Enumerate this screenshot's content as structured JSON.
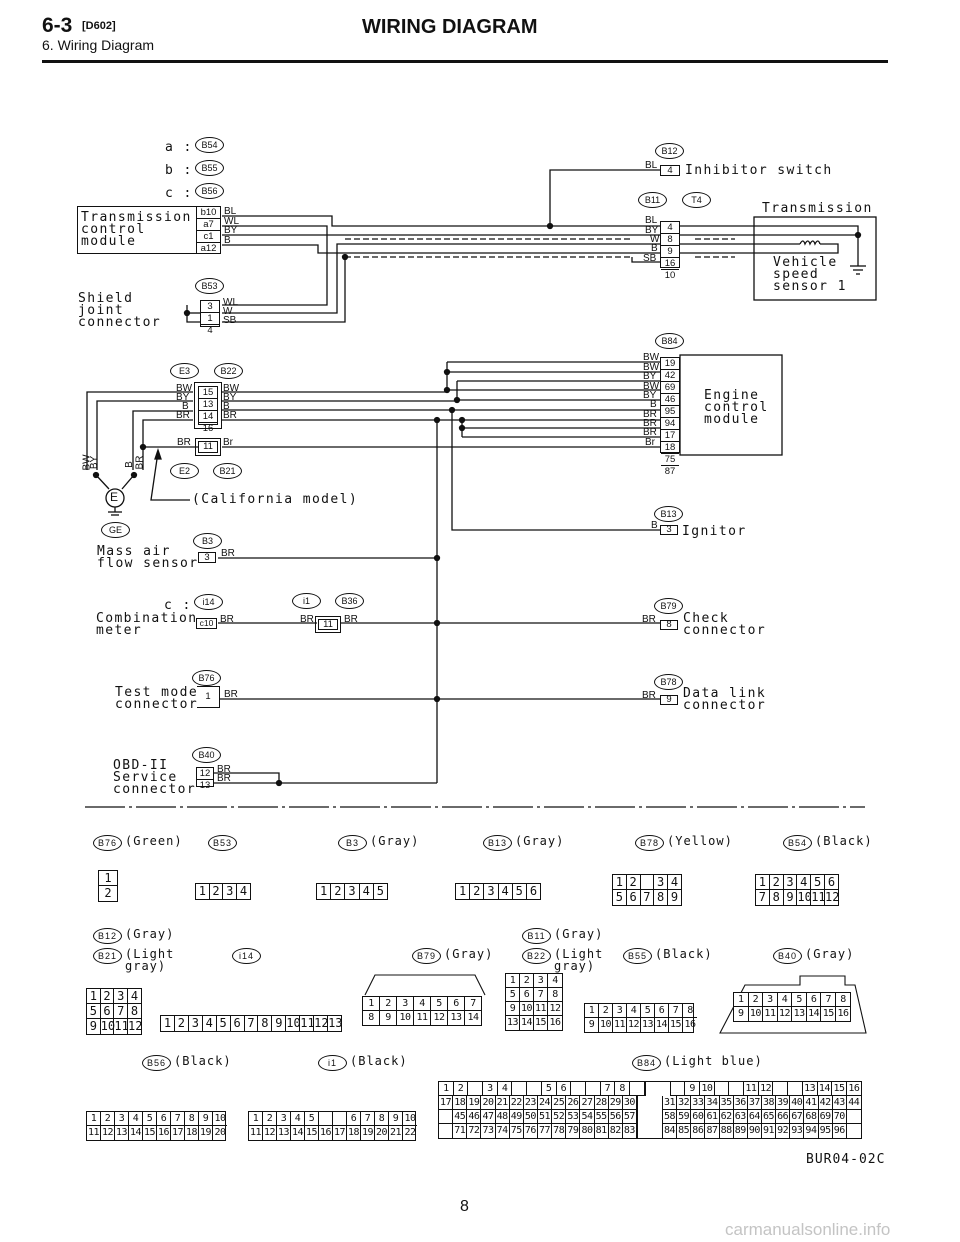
{
  "header": {
    "section": "6-3",
    "code": "[D602]",
    "subtitle": "6. Wiring Diagram",
    "title": "WIRING DIAGRAM"
  },
  "diagram": {
    "tcm": {
      "name_lines": [
        "Transmission",
        "control",
        "module"
      ],
      "refs": [
        {
          "letter": "a :",
          "conn": "B54"
        },
        {
          "letter": "b :",
          "conn": "B55"
        },
        {
          "letter": "c :",
          "conn": "B56"
        }
      ],
      "pins": [
        "b10",
        "a7",
        "c1",
        "a12"
      ],
      "wires": [
        "BL",
        "WL",
        "BY",
        "B"
      ]
    },
    "shield": {
      "conn": "B53",
      "lines": [
        "Shield",
        "joint",
        "connector"
      ],
      "pins": [
        "3",
        "1",
        "4"
      ],
      "wires": [
        "WL",
        "W",
        "SB"
      ]
    },
    "inhibitor": {
      "conn": "B12",
      "wire": "BL",
      "pin": "4",
      "label": "Inhibitor switch"
    },
    "transmission": {
      "conns": [
        "B11",
        "T4"
      ],
      "pins": [
        "4",
        "8",
        "9",
        "16",
        "10"
      ],
      "wires": [
        "BL",
        "BY",
        "W",
        "B",
        "SB"
      ],
      "label": "Transmission",
      "sensor_lines": [
        "Vehicle",
        "speed",
        "sensor 1"
      ]
    },
    "ecm": {
      "conn": "B84",
      "pins": [
        "19",
        "42",
        "69",
        "46",
        "95",
        "94",
        "17",
        "18",
        "75",
        "87"
      ],
      "wires": [
        "BW",
        "BW",
        "BY",
        "BW",
        "BY",
        "B",
        "BR",
        "BR",
        "BR",
        "Br"
      ],
      "lines": [
        "Engine",
        "control",
        "module"
      ]
    },
    "joint": {
      "conns": [
        "E3",
        "B22"
      ],
      "pins": [
        "15",
        "13",
        "14",
        "16"
      ],
      "left_wires": [
        "BW",
        "BY",
        "B",
        "BR"
      ],
      "right_wires": [
        "BW",
        "BY",
        "B",
        "BR"
      ]
    },
    "calif": {
      "conns": [
        "E2",
        "B21"
      ],
      "pin": "11",
      "left_wire": "BR",
      "right_wire": "Br",
      "note": "(California model)"
    },
    "engine_ground": {
      "symbol": "E",
      "conn": "GE",
      "wires": [
        "BW",
        "BY",
        "B",
        "BR"
      ]
    },
    "maf": {
      "conn": "B3",
      "lines": [
        "Mass air",
        "flow sensor"
      ],
      "pin": "3",
      "wire": "BR"
    },
    "ignitor": {
      "conn": "B13",
      "wire": "B",
      "pin": "3",
      "label": "Ignitor"
    },
    "combination": {
      "prefix": "c :",
      "conn": "i14",
      "lines": [
        "Combination",
        "meter"
      ],
      "pin": "c10",
      "wire": "BR",
      "joint_conns": [
        "i1",
        "B36"
      ],
      "joint_pin": "11",
      "joint_wires": [
        "BR",
        "BR"
      ]
    },
    "check": {
      "conn": "B79",
      "wire": "BR",
      "pin": "8",
      "lines": [
        "Check",
        "connector"
      ]
    },
    "test_mode": {
      "conn": "B76",
      "lines": [
        "Test mode",
        "connector"
      ],
      "pin": "1",
      "wire": "BR"
    },
    "data_link": {
      "conn": "B78",
      "wire": "BR",
      "pin": "9",
      "lines": [
        "Data link",
        "connector"
      ]
    },
    "obd": {
      "conn": "B40",
      "lines": [
        "OBD-II",
        "Service",
        "connector"
      ],
      "pins": [
        "12",
        "13"
      ],
      "wires": [
        "BR",
        "BR"
      ]
    }
  },
  "connector_views": [
    {
      "conn": "B76",
      "color": "(Green)",
      "rows": [
        [
          "1"
        ],
        [
          "2"
        ]
      ]
    },
    {
      "conn": "B53",
      "color": "",
      "rows": [
        [
          "1",
          "2",
          "3",
          "4"
        ]
      ]
    },
    {
      "conn": "B3",
      "color": "(Gray)",
      "rows": [
        [
          "1",
          "2",
          "3",
          "4",
          "5"
        ]
      ]
    },
    {
      "conn": "B13",
      "color": "(Gray)",
      "rows": [
        [
          "1",
          "2",
          "3",
          "4",
          "5",
          "6"
        ]
      ]
    },
    {
      "conn": "B78",
      "color": "(Yellow)",
      "rows": [
        [
          "1",
          "2",
          "",
          "3",
          "4"
        ],
        [
          "5",
          "6",
          "7",
          "8",
          "9"
        ]
      ]
    },
    {
      "conn": "B54",
      "color": "(Black)",
      "rows": [
        [
          "1",
          "2",
          "3",
          "4",
          "5",
          "6"
        ],
        [
          "7",
          "8",
          "9",
          "10",
          "11",
          "12"
        ]
      ]
    },
    {
      "conn": "B12",
      "color": "(Gray)",
      "rows": []
    },
    {
      "conn": "B21",
      "color": "(Light gray)",
      "rows": [
        [
          "1",
          "2",
          "3",
          "4"
        ],
        [
          "5",
          "6",
          "7",
          "8"
        ],
        [
          "9",
          "10",
          "11",
          "12"
        ]
      ]
    },
    {
      "conn": "i14",
      "color": "",
      "rows": [
        [
          "1",
          "2",
          "3",
          "4",
          "5",
          "6",
          "7",
          "8",
          "9",
          "10",
          "11",
          "12",
          "13"
        ]
      ]
    },
    {
      "conn": "B79",
      "color": "(Gray)",
      "rows": [
        [
          "1",
          "2",
          "3",
          "4",
          "5",
          "6",
          "7"
        ],
        [
          "8",
          "9",
          "10",
          "11",
          "12",
          "13",
          "14"
        ]
      ]
    },
    {
      "conn": "B11",
      "color": "(Gray)",
      "rows": []
    },
    {
      "conn": "B22",
      "color": "(Light gray)",
      "rows": [
        [
          "1",
          "2",
          "3",
          "4"
        ],
        [
          "5",
          "6",
          "7",
          "8"
        ],
        [
          "9",
          "10",
          "11",
          "12"
        ],
        [
          "13",
          "14",
          "15",
          "16"
        ]
      ]
    },
    {
      "conn": "B55",
      "color": "(Black)",
      "rows": [
        [
          "1",
          "2",
          "3",
          "4",
          "5",
          "6",
          "7",
          "8"
        ],
        [
          "9",
          "10",
          "11",
          "12",
          "13",
          "14",
          "15",
          "16"
        ]
      ]
    },
    {
      "conn": "B40",
      "color": "(Gray)",
      "rows": [
        [
          "1",
          "2",
          "3",
          "4",
          "5",
          "6",
          "7",
          "8"
        ],
        [
          "9",
          "10",
          "11",
          "12",
          "13",
          "14",
          "15",
          "16"
        ]
      ]
    },
    {
      "conn": "B56",
      "color": "(Black)",
      "rows": [
        [
          "1",
          "2",
          "3",
          "4",
          "5",
          "6",
          "7",
          "8",
          "9",
          "10"
        ],
        [
          "11",
          "12",
          "13",
          "14",
          "15",
          "16",
          "17",
          "18",
          "19",
          "20"
        ]
      ]
    },
    {
      "conn": "i1",
      "color": "(Black)",
      "rows": [
        [
          "1",
          "2",
          "3",
          "4",
          "5",
          "",
          "",
          "6",
          "7",
          "8",
          "9",
          "10"
        ],
        [
          "11",
          "12",
          "13",
          "14",
          "15",
          "16",
          "17",
          "18",
          "19",
          "20",
          "21",
          "22"
        ]
      ]
    },
    {
      "conn": "B84",
      "color": "(Light blue)",
      "rows": [
        [
          "1",
          "2",
          "",
          "3",
          "4",
          "",
          "",
          "5",
          "6",
          "",
          "",
          "7",
          "8",
          "",
          "|",
          "",
          "9",
          "10",
          "",
          "",
          "11",
          "12",
          "",
          "",
          "13",
          "14",
          "15",
          "16"
        ],
        [
          "17",
          "18",
          "19",
          "20",
          "21",
          "22",
          "23",
          "24",
          "25",
          "26",
          "27",
          "28",
          "29",
          "30",
          "|",
          "31",
          "32",
          "33",
          "34",
          "35",
          "36",
          "37",
          "38",
          "39",
          "40",
          "41",
          "42",
          "43",
          "44"
        ],
        [
          "",
          "45",
          "46",
          "47",
          "48",
          "49",
          "50",
          "51",
          "52",
          "53",
          "54",
          "55",
          "56",
          "57",
          "|",
          "58",
          "59",
          "60",
          "61",
          "62",
          "63",
          "64",
          "65",
          "66",
          "67",
          "68",
          "69",
          "70",
          ""
        ],
        [
          "",
          "71",
          "72",
          "73",
          "74",
          "75",
          "76",
          "77",
          "78",
          "79",
          "80",
          "81",
          "82",
          "83",
          "|",
          "84",
          "85",
          "86",
          "87",
          "88",
          "89",
          "90",
          "91",
          "92",
          "93",
          "94",
          "95",
          "96",
          ""
        ]
      ]
    }
  ],
  "footer": {
    "code": "BUR04-02C",
    "page": "8",
    "watermark": "carmanualsonline.info"
  }
}
